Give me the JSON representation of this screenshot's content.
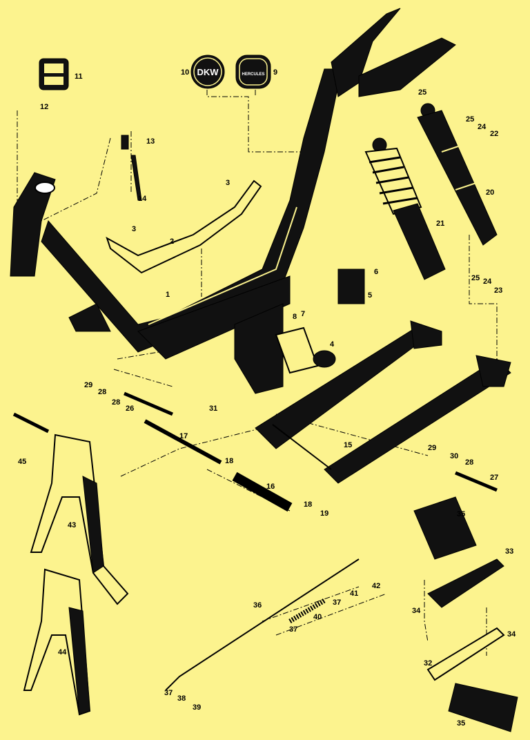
{
  "background_color": "#fcf38e",
  "logos": {
    "dkw": "DKW",
    "hercules": "HERCULES"
  },
  "part_labels": [
    "11",
    "12",
    "10",
    "9",
    "13",
    "14",
    "3",
    "3",
    "2",
    "1",
    "25",
    "25",
    "24",
    "22",
    "20",
    "21",
    "6",
    "5",
    "8",
    "7",
    "25",
    "24",
    "23",
    "4",
    "29",
    "28",
    "28",
    "26",
    "31",
    "17",
    "45",
    "18",
    "15",
    "29",
    "30",
    "28",
    "27",
    "16",
    "18",
    "19",
    "43",
    "35",
    "33",
    "36",
    "41",
    "42",
    "37",
    "40",
    "37",
    "34",
    "34",
    "44",
    "32",
    "37",
    "38",
    "39",
    "35"
  ]
}
